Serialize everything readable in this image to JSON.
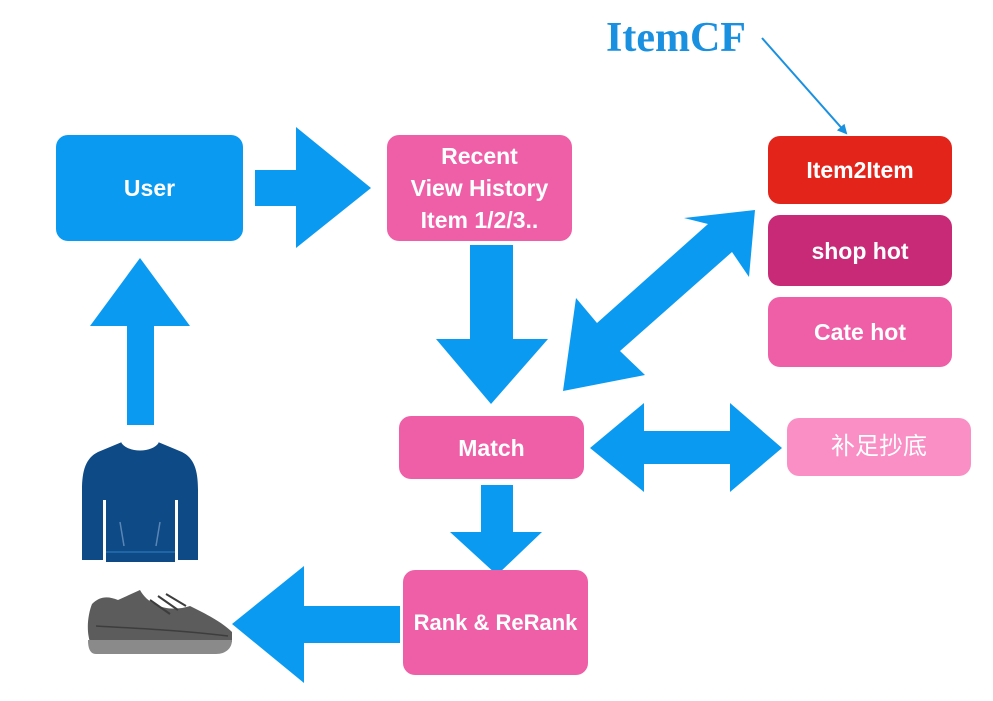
{
  "diagram": {
    "title": "ItemCF",
    "nodes": {
      "user": "User",
      "recent": "Recent\nView History\nItem 1/2/3..",
      "item2item": "Item2Item",
      "shop_hot": "shop hot",
      "cate_hot": "Cate hot",
      "match": "Match",
      "fill": "补足抄底",
      "rank": "Rank & ReRank"
    },
    "colors": {
      "arrow": "#0a9af2",
      "user": "#0a9af2",
      "pink": "#ef5fa7",
      "item2item": "#e3241b",
      "shop_hot": "#c92a78",
      "fill": "#fa8fc6",
      "title": "#1a90e0",
      "sweater": "#0d4a86",
      "shoe": "#5c5c5c"
    },
    "icons": [
      "sweater-icon",
      "sneaker-icon"
    ]
  }
}
